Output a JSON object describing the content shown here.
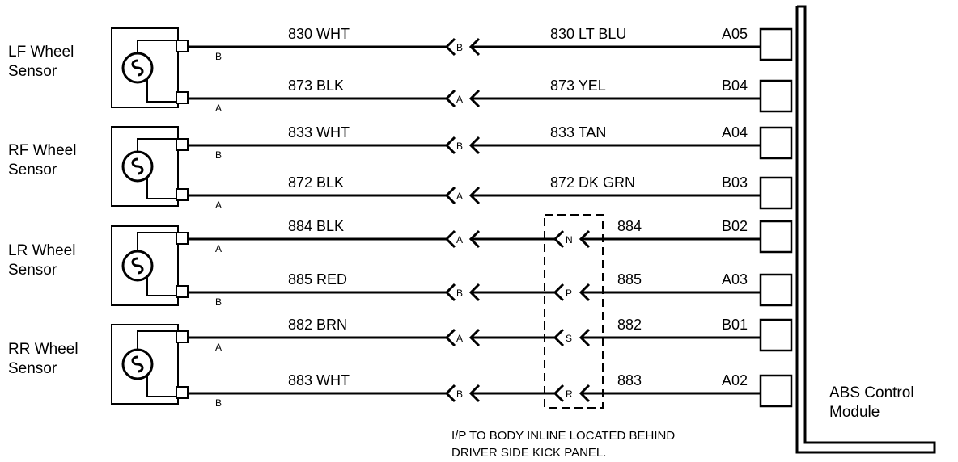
{
  "sensors": [
    {
      "name_line1": "LF Wheel",
      "name_line2": "Sensor",
      "top": {
        "pin": "B",
        "wire_left": "830 WHT",
        "conn1": "B",
        "wire_right": "830 LT BLU",
        "module_pin": "A05"
      },
      "bottom": {
        "pin": "A",
        "wire_left": "873 BLK",
        "conn1": "A",
        "wire_right": "873 YEL",
        "module_pin": "B04"
      }
    },
    {
      "name_line1": "RF Wheel",
      "name_line2": "Sensor",
      "top": {
        "pin": "B",
        "wire_left": "833 WHT",
        "conn1": "B",
        "wire_right": "833 TAN",
        "module_pin": "A04"
      },
      "bottom": {
        "pin": "A",
        "wire_left": "872 BLK",
        "conn1": "A",
        "wire_right": "872 DK GRN",
        "module_pin": "B03"
      }
    },
    {
      "name_line1": "LR Wheel",
      "name_line2": "Sensor",
      "top": {
        "pin": "A",
        "wire_left": "884 BLK",
        "conn1": "A",
        "conn2": "N",
        "wire_right": "884",
        "module_pin": "B02"
      },
      "bottom": {
        "pin": "B",
        "wire_left": "885 RED",
        "conn1": "B",
        "conn2": "P",
        "wire_right": "885",
        "module_pin": "A03"
      }
    },
    {
      "name_line1": "RR Wheel",
      "name_line2": "Sensor",
      "top": {
        "pin": "A",
        "wire_left": "882 BRN",
        "conn1": "A",
        "conn2": "S",
        "wire_right": "882",
        "module_pin": "B01"
      },
      "bottom": {
        "pin": "B",
        "wire_left": "883 WHT",
        "conn1": "B",
        "conn2": "R",
        "wire_right": "883",
        "module_pin": "A02"
      }
    }
  ],
  "module_label_line1": "ABS Control",
  "module_label_line2": "Module",
  "inline_note_line1": "I/P TO BODY INLINE LOCATED BEHIND",
  "inline_note_line2": "DRIVER SIDE KICK PANEL."
}
